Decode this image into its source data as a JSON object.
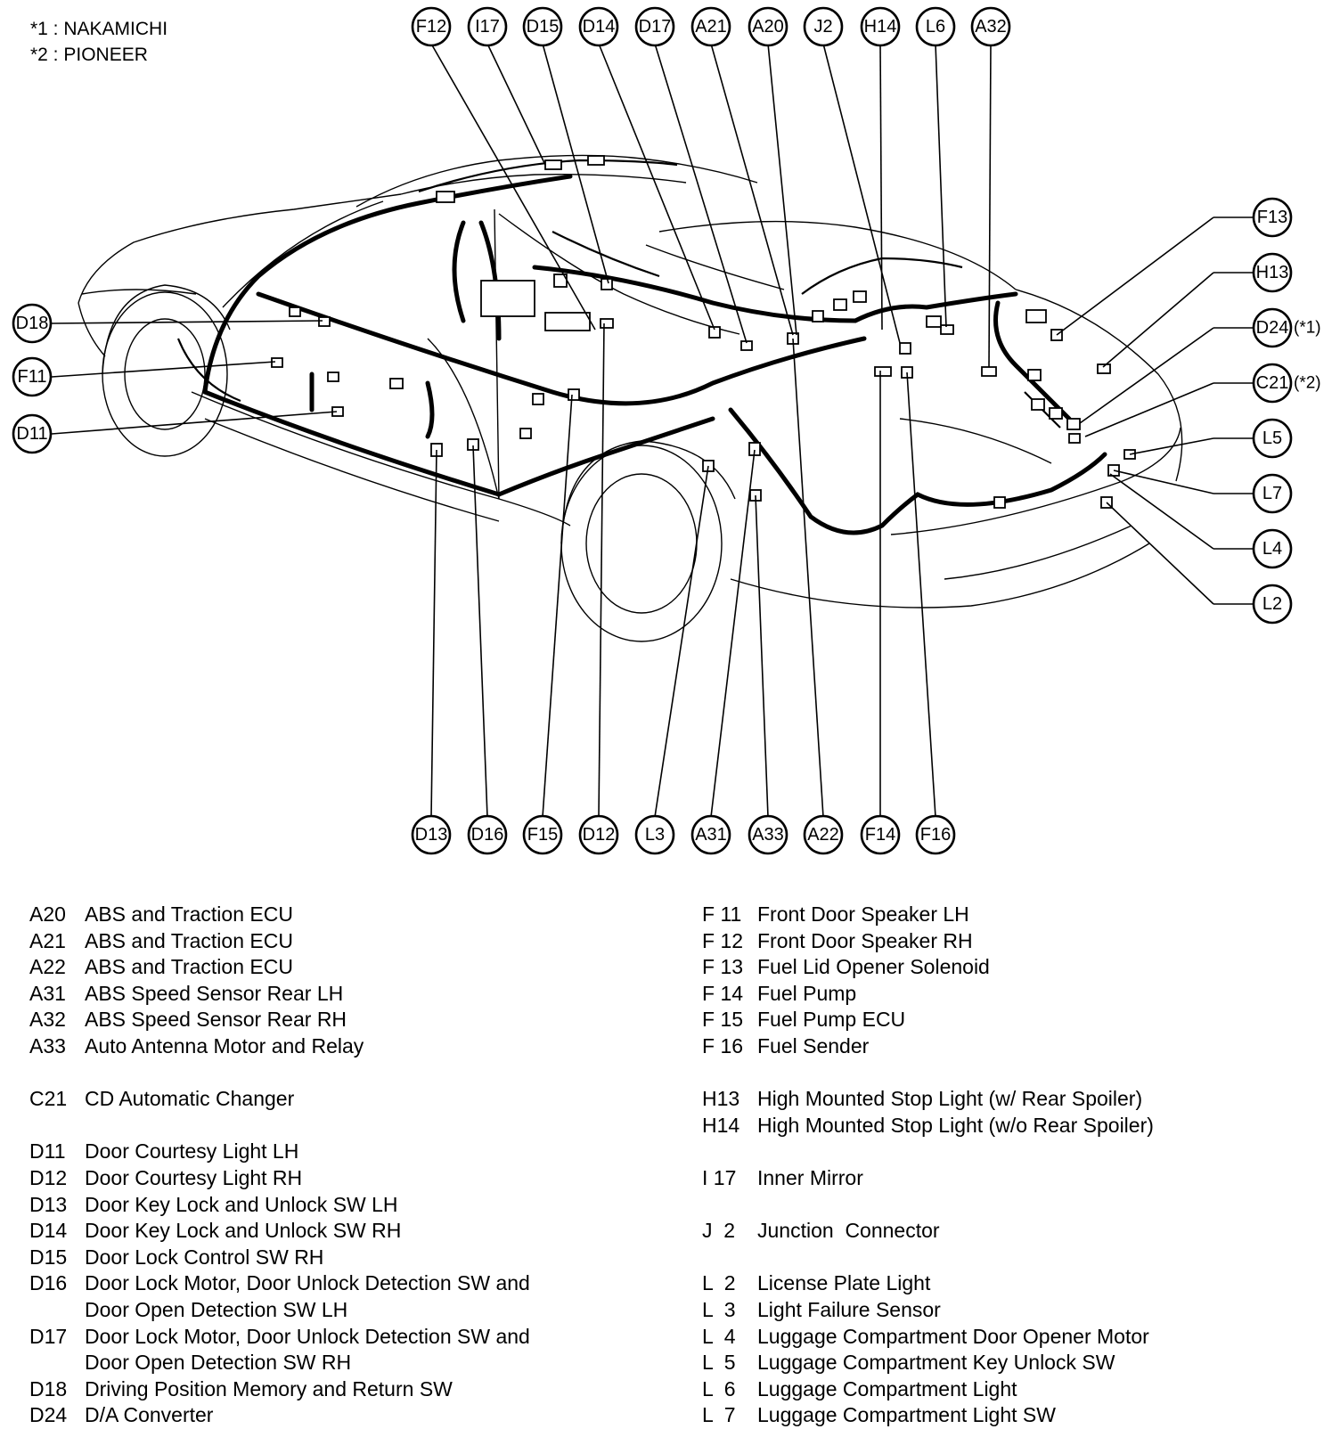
{
  "notes": [
    "*1 : NAKAMICHI",
    "*2 : PIONEER"
  ],
  "callouts": [
    {
      "id": "F12",
      "label": "F12"
    },
    {
      "id": "I17",
      "label": "I17"
    },
    {
      "id": "D15",
      "label": "D15"
    },
    {
      "id": "D14",
      "label": "D14"
    },
    {
      "id": "D17",
      "label": "D17"
    },
    {
      "id": "A21",
      "label": "A21"
    },
    {
      "id": "A20",
      "label": "A20"
    },
    {
      "id": "J2",
      "label": "J2"
    },
    {
      "id": "H14",
      "label": "H14"
    },
    {
      "id": "L6",
      "label": "L6"
    },
    {
      "id": "A32",
      "label": "A32"
    },
    {
      "id": "F13",
      "label": "F13"
    },
    {
      "id": "H13",
      "label": "H13"
    },
    {
      "id": "D24",
      "label": "D24",
      "suffix": "(*1)"
    },
    {
      "id": "C21",
      "label": "C21",
      "suffix": "(*2)"
    },
    {
      "id": "L5",
      "label": "L5"
    },
    {
      "id": "L7",
      "label": "L7"
    },
    {
      "id": "L4",
      "label": "L4"
    },
    {
      "id": "L2",
      "label": "L2"
    },
    {
      "id": "D18",
      "label": "D18"
    },
    {
      "id": "F11",
      "label": "F11"
    },
    {
      "id": "D11",
      "label": "D11"
    },
    {
      "id": "D13",
      "label": "D13"
    },
    {
      "id": "D16",
      "label": "D16"
    },
    {
      "id": "F15",
      "label": "F15"
    },
    {
      "id": "D12",
      "label": "D12"
    },
    {
      "id": "L3",
      "label": "L3"
    },
    {
      "id": "A31",
      "label": "A31"
    },
    {
      "id": "A33",
      "label": "A33"
    },
    {
      "id": "A22",
      "label": "A22"
    },
    {
      "id": "F14",
      "label": "F14"
    },
    {
      "id": "F16",
      "label": "F16"
    }
  ],
  "legend_left": [
    {
      "code": "A20",
      "desc": "ABS and Traction ECU"
    },
    {
      "code": "A21",
      "desc": "ABS and Traction ECU"
    },
    {
      "code": "A22",
      "desc": "ABS and Traction ECU"
    },
    {
      "code": "A31",
      "desc": "ABS Speed Sensor Rear LH"
    },
    {
      "code": "A32",
      "desc": "ABS Speed Sensor Rear RH"
    },
    {
      "code": "A33",
      "desc": "Auto Antenna Motor and Relay"
    },
    {
      "gap": true
    },
    {
      "code": "C21",
      "desc": "CD Automatic Changer"
    },
    {
      "gap": true
    },
    {
      "code": "D11",
      "desc": "Door Courtesy Light LH"
    },
    {
      "code": "D12",
      "desc": "Door Courtesy Light RH"
    },
    {
      "code": "D13",
      "desc": "Door Key Lock and Unlock SW LH"
    },
    {
      "code": "D14",
      "desc": "Door Key Lock and Unlock SW RH"
    },
    {
      "code": "D15",
      "desc": "Door Lock Control SW RH"
    },
    {
      "code": "D16",
      "desc": "Door Lock Motor, Door Unlock Detection SW and"
    },
    {
      "code": "",
      "desc": "Door Open Detection SW LH"
    },
    {
      "code": "D17",
      "desc": "Door Lock Motor, Door Unlock Detection SW and"
    },
    {
      "code": "",
      "desc": "Door Open Detection SW RH"
    },
    {
      "code": "D18",
      "desc": "Driving Position Memory and Return SW"
    },
    {
      "code": "D24",
      "desc": "D/A Converter"
    }
  ],
  "legend_right": [
    {
      "code": "F 11",
      "desc": "Front Door Speaker LH"
    },
    {
      "code": "F 12",
      "desc": "Front Door Speaker RH"
    },
    {
      "code": "F 13",
      "desc": "Fuel Lid Opener Solenoid"
    },
    {
      "code": "F 14",
      "desc": "Fuel Pump"
    },
    {
      "code": "F 15",
      "desc": "Fuel Pump ECU"
    },
    {
      "code": "F 16",
      "desc": "Fuel Sender"
    },
    {
      "gap": true
    },
    {
      "code": "H13",
      "desc": "High Mounted Stop Light (w/ Rear Spoiler)"
    },
    {
      "code": "H14",
      "desc": "High Mounted Stop Light (w/o Rear Spoiler)"
    },
    {
      "gap": true
    },
    {
      "code": "I 17",
      "desc": "Inner Mirror"
    },
    {
      "gap": true
    },
    {
      "code": "J  2",
      "desc": "Junction  Connector"
    },
    {
      "gap": true
    },
    {
      "code": "L  2",
      "desc": "License Plate Light"
    },
    {
      "code": "L  3",
      "desc": "Light Failure Sensor"
    },
    {
      "code": "L  4",
      "desc": "Luggage Compartment Door Opener Motor"
    },
    {
      "code": "L  5",
      "desc": "Luggage Compartment Key Unlock SW"
    },
    {
      "code": "L  6",
      "desc": "Luggage Compartment Light"
    },
    {
      "code": "L  7",
      "desc": "Luggage Compartment Light SW"
    }
  ]
}
